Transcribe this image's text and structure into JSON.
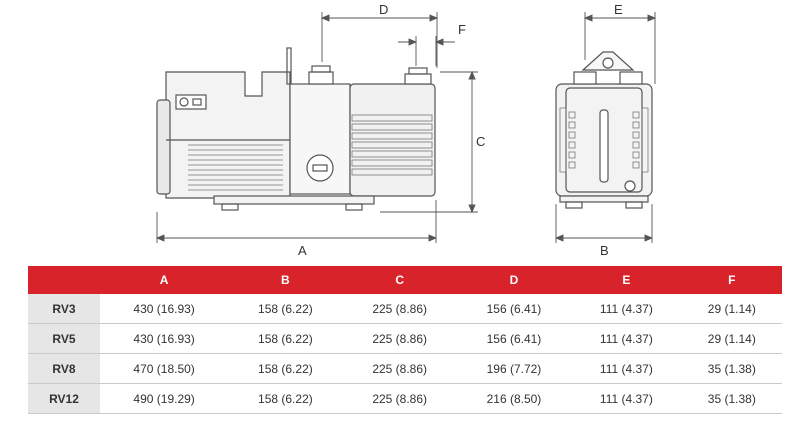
{
  "diagram": {
    "labels": {
      "A": "A",
      "B": "B",
      "C": "C",
      "D": "D",
      "E": "E",
      "F": "F"
    },
    "colors": {
      "accent": "#d8232a",
      "row_header_bg": "#e6e6e6",
      "line": "#555555"
    }
  },
  "table": {
    "columns": [
      "A",
      "B",
      "C",
      "D",
      "E",
      "F"
    ],
    "rows": [
      {
        "model": "RV3",
        "cells": [
          "430 (16.93)",
          "158 (6.22)",
          "225 (8.86)",
          "156 (6.41)",
          "111 (4.37)",
          "29 (1.14)"
        ]
      },
      {
        "model": "RV5",
        "cells": [
          "430 (16.93)",
          "158 (6.22)",
          "225 (8.86)",
          "156 (6.41)",
          "111 (4.37)",
          "29 (1.14)"
        ]
      },
      {
        "model": "RV8",
        "cells": [
          "470 (18.50)",
          "158 (6.22)",
          "225 (8.86)",
          "196 (7.72)",
          "111 (4.37)",
          "35 (1.38)"
        ]
      },
      {
        "model": "RV12",
        "cells": [
          "490 (19.29)",
          "158 (6.22)",
          "225 (8.86)",
          "216 (8.50)",
          "111 (4.37)",
          "35 (1.38)"
        ]
      }
    ]
  }
}
